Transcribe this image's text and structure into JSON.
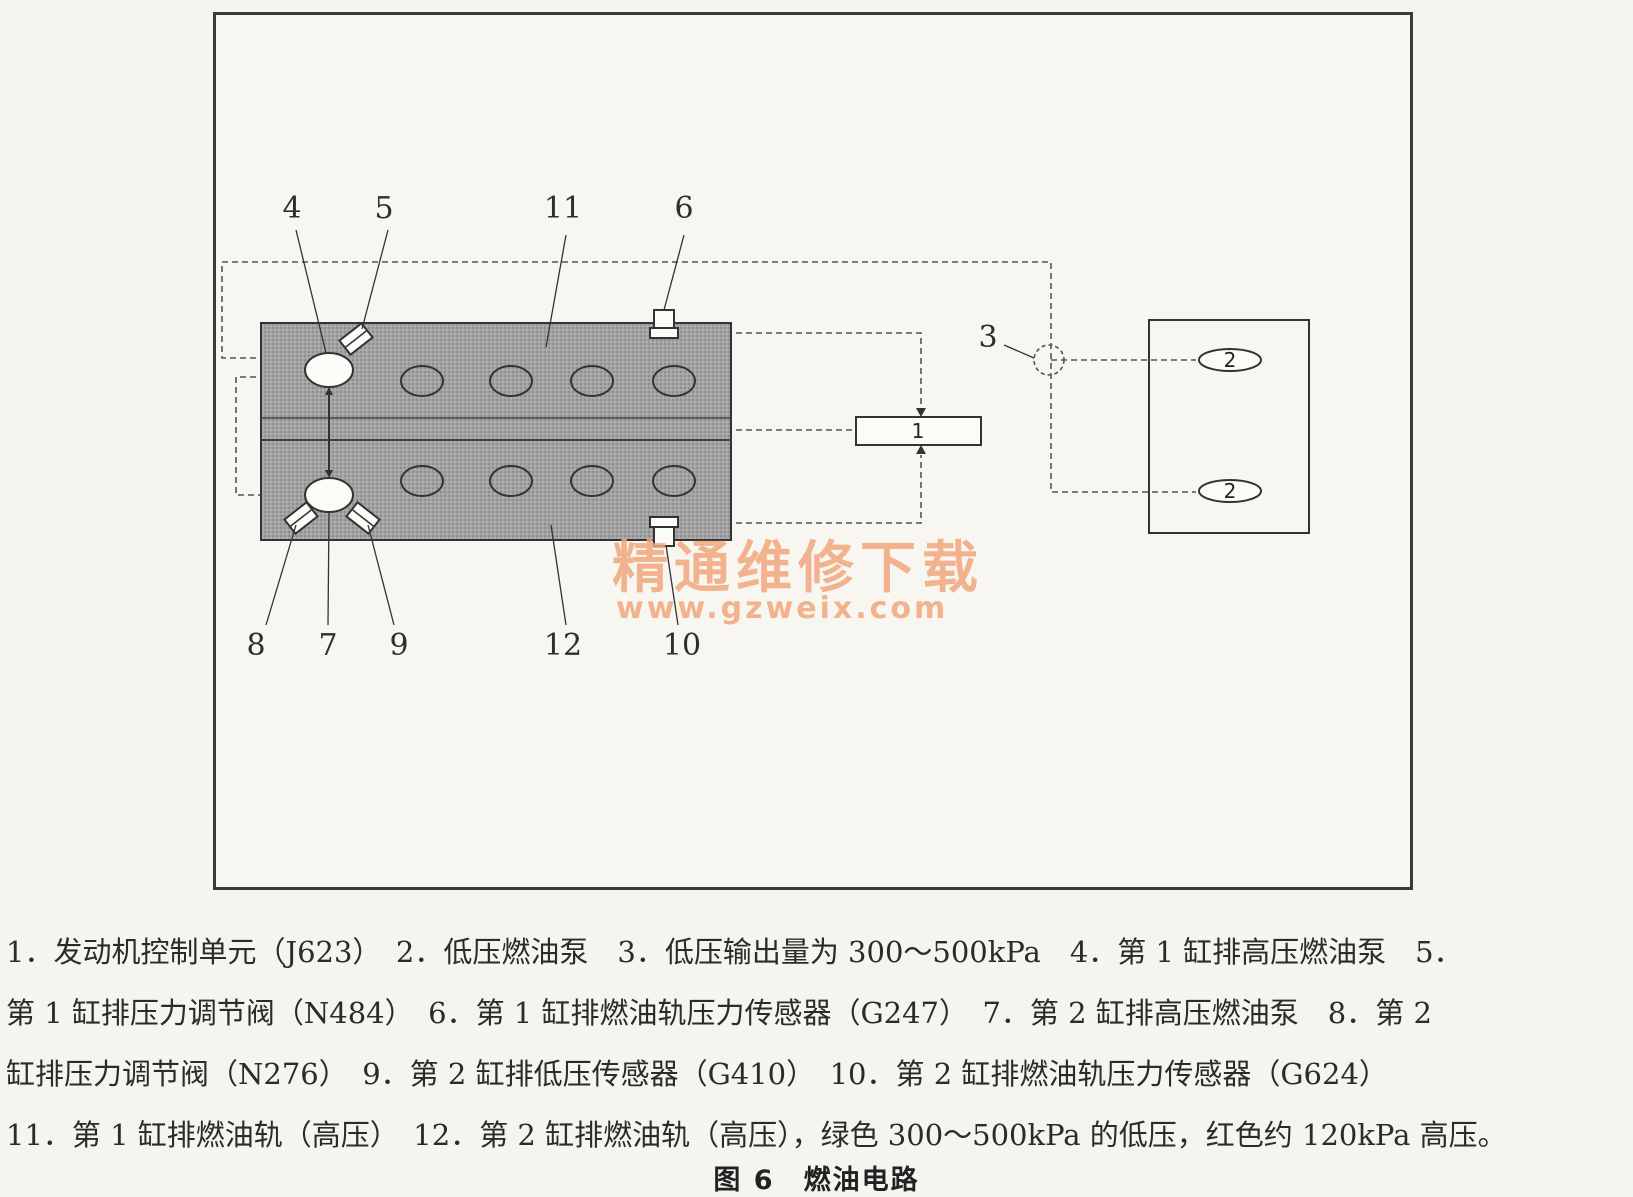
{
  "diagram": {
    "callouts": {
      "c1": "1",
      "c2a": "2",
      "c2b": "2",
      "c3": "3",
      "c4": "4",
      "c5": "5",
      "c6": "6",
      "c7": "7",
      "c8": "8",
      "c9": "9",
      "c10": "10",
      "c11": "11",
      "c12": "12"
    },
    "watermark": {
      "cn": "精通维修下载",
      "url": "www.gzweix.com"
    },
    "colors": {
      "engine_fill": "#9a9a9a",
      "outline": "#333333",
      "dashed_line": "#555555",
      "watermark": "#f2a77c"
    }
  },
  "legend": {
    "lines": [
      "1．发动机控制单元（J623）　2．低压燃油泵　3．低压输出量为 300～500kPa　4．第 1 缸排高压燃油泵　5．",
      "第 1 缸排压力调节阀（N484）　6．第 1 缸排燃油轨压力传感器（G247）　7．第 2 缸排高压燃油泵　8．第 2",
      "缸排压力调节阀（N276）　9．第 2 缸排低压传感器（G410）　10．第 2 缸排燃油轨压力传感器（G624）",
      "11．第 1 缸排燃油轨（高压）　12．第 2 缸排燃油轨（高压），绿色 300～500kPa 的低压，红色约 120kPa 高压。"
    ]
  },
  "caption": "图 6　燃油电路"
}
